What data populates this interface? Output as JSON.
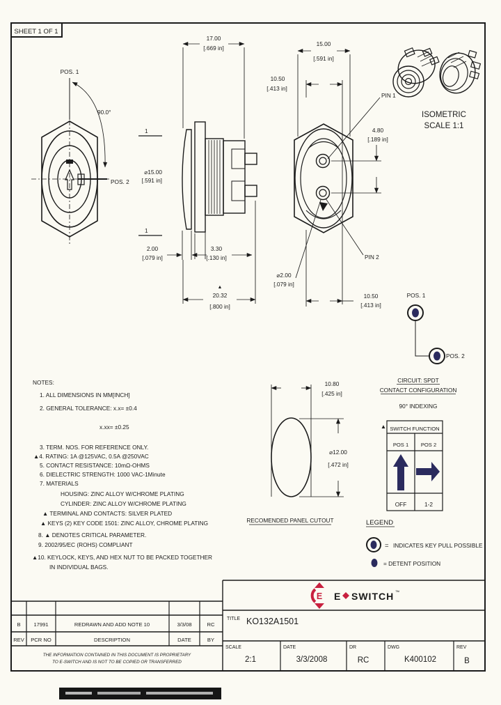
{
  "sheet_label": "SHEET 1 OF 1",
  "colors": {
    "line": "#1b1b1b",
    "navy": "#2b2b5e",
    "logo_red": "#c8203f",
    "paper": "#fbfaf3"
  },
  "front_view": {
    "pos1": "POS. 1",
    "pos2": "POS. 2",
    "angle": "90.0°"
  },
  "side_view": {
    "dim_width_mm": "17.00",
    "dim_width_in": "[.669 in]",
    "dim_dia_mm": "⌀15.00",
    "dim_dia_in": "[.591 in]",
    "dim_flange_mm": "2.00",
    "dim_flange_in": "[.079 in]",
    "dim_washer_mm": "3.30",
    "dim_washer_in": "[.130 in]",
    "dim_length_mm": "20.32",
    "dim_length_in": "[.800 in]",
    "critical_marker": "▲",
    "datum": "1"
  },
  "rear_view": {
    "dim_width_mm": "15.00",
    "dim_width_in": "[.591 in]",
    "dim_offset_top_mm": "10.50",
    "dim_offset_top_in": "[.413 in]",
    "dim_pin_spacing_mm": "4.80",
    "dim_pin_spacing_in": "[.189 in]",
    "dim_pin_dia_mm": "⌀2.00",
    "dim_pin_dia_in": "[.079 in]",
    "dim_offset_bottom_mm": "10.50",
    "dim_offset_bottom_in": "[.413 in]",
    "pin1": "PIN 1",
    "pin2": "PIN 2"
  },
  "isometric": {
    "title": "ISOMETRIC",
    "scale": "SCALE 1:1"
  },
  "pos_diagram": {
    "pos1": "POS. 1",
    "pos2": "POS. 2",
    "circuit": "CIRCUIT: SPDT",
    "config": "CONTACT CONFIGURATION",
    "indexing": "90° INDEXING"
  },
  "notes": {
    "lines": [
      "NOTES:",
      "1. ALL DIMENSIONS IN MM[INCH]",
      "2. GENERAL TOLERANCE: x.x= ±0.4",
      "x.xx= ±0.25",
      "3. TERM. NOS. FOR REFERENCE ONLY.",
      "▲4. RATING: 1A @125VAC, 0.5A @250VAC",
      "5. CONTACT RESISTANCE: 10mΩ-OHMS",
      "6. DIELECTRIC STRENGTH: 1000 VAC-1Minute",
      "7. MATERIALS",
      "HOUSING: ZINC ALLOY W/CHROME PLATING",
      "CYLINDER: ZINC ALLOY W/CHROME PLATING",
      "▲ TERMINAL AND CONTACTS: SILVER PLATED",
      "▲ KEYS (2) KEY CODE 1501: ZINC ALLOY, CHROME PLATING",
      "8. ▲ DENOTES CRITICAL PARAMETER.",
      "9. 2002/95/EC (ROHS) COMPLIANT",
      "▲10. KEYLOCK, KEYS, AND HEX NUT TO BE PACKED TOGETHER",
      "IN INDIVIDUAL BAGS."
    ]
  },
  "panel_cutout": {
    "dim_flat_mm": "10.80",
    "dim_flat_in": "[.425 in]",
    "dim_dia_mm": "⌀12.00",
    "dim_dia_in": "[.472 in]",
    "caption": "RECOMENDED PANEL CUTOUT"
  },
  "function_table": {
    "marker": "▲",
    "header": "SWITCH FUNCTION",
    "pos1": "POS 1",
    "pos2": "POS 2",
    "off": "OFF",
    "one_two": "1-2"
  },
  "legend": {
    "title": "LEGEND",
    "eq": "=",
    "key_pull": "INDICATES KEY PULL POSSIBLE",
    "detent": "= DETENT POSITION"
  },
  "revision_table": {
    "rows": [
      {
        "rev": "B",
        "pcr": "17991",
        "desc": "REDRAWN AND ADD NOTE 10",
        "date": "3/3/08",
        "by": "RC"
      },
      {
        "rev": "REV",
        "pcr": "PCR NO",
        "desc": "DESCRIPTION",
        "date": "DATE",
        "by": "BY"
      }
    ],
    "proprietary_line1": "THE INFORMATION CONTAINED IN THIS DOCUMENT IS PROPRIETARY",
    "proprietary_line2": "TO E-SWITCH AND IS NOT TO BE COPIED OR TRANSFERRED"
  },
  "title_block": {
    "logo_icon_e": "E",
    "logo_e": "E",
    "logo_switch": "SWITCH",
    "logo_tm": "™",
    "title_label": "TITLE",
    "title_value": "KO132A1501",
    "scale_label": "SCALE",
    "scale_value": "2:1",
    "date_label": "DATE",
    "date_value": "3/3/2008",
    "dr_label": "DR",
    "dr_value": "RC",
    "dwg_label": "DWG",
    "dwg_value": "K400102",
    "rev_label": "REV",
    "rev_value": "B"
  }
}
